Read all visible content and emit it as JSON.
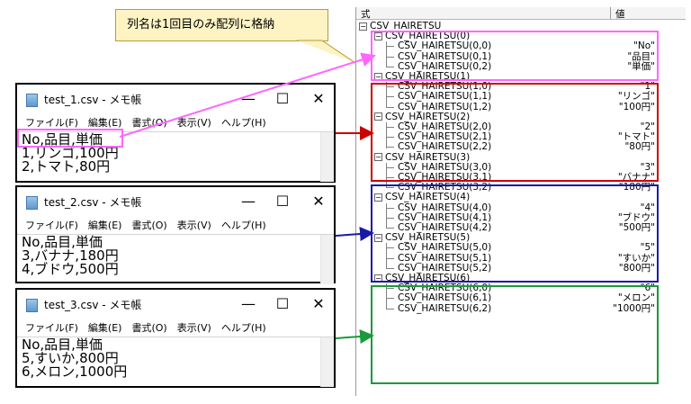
{
  "callout": {
    "text": "列名は1回目のみ配列に格納"
  },
  "notepads": [
    {
      "title": "test_1.csv - メモ帳",
      "lines": [
        "No,品目,単価",
        "1,リンゴ,100円",
        "2,トマト,80円"
      ],
      "border": "#cc0000"
    },
    {
      "title": "test_2.csv - メモ帳",
      "lines": [
        "No,品目,単価",
        "3,バナナ,180円",
        "4,ブドウ,500円"
      ],
      "border": "#1a1aa8"
    },
    {
      "title": "test_3.csv - メモ帳",
      "lines": [
        "No,品目,単価",
        "5,すいか,800円",
        "6,メロン,1000円"
      ],
      "border": "#1a9a3a"
    }
  ],
  "menu": [
    "ファイル(F)",
    "編集(E)",
    "書式(O)",
    "表示(V)",
    "ヘルプ(H)"
  ],
  "window_buttons": {
    "minimize": "—",
    "maximize": "☐",
    "close": "✕"
  },
  "watch": {
    "col_expr": "式",
    "col_value": "値",
    "root": "CSV_HAIRETSU",
    "groups": [
      {
        "name": "CSV_HAIRETSU(0)",
        "items": [
          [
            "CSV_HAIRETSU(0,0)",
            "\"No\""
          ],
          [
            "CSV_HAIRETSU(0,1)",
            "\"品目\""
          ],
          [
            "CSV_HAIRETSU(0,2)",
            "\"単価\""
          ]
        ]
      },
      {
        "name": "CSV_HAIRETSU(1)",
        "items": [
          [
            "CSV_HAIRETSU(1,0)",
            "\"1\""
          ],
          [
            "CSV_HAIRETSU(1,1)",
            "\"リンゴ\""
          ],
          [
            "CSV_HAIRETSU(1,2)",
            "\"100円\""
          ]
        ]
      },
      {
        "name": "CSV_HAIRETSU(2)",
        "items": [
          [
            "CSV_HAIRETSU(2,0)",
            "\"2\""
          ],
          [
            "CSV_HAIRETSU(2,1)",
            "\"トマト\""
          ],
          [
            "CSV_HAIRETSU(2,2)",
            "\"80円\""
          ]
        ]
      },
      {
        "name": "CSV_HAIRETSU(3)",
        "items": [
          [
            "CSV_HAIRETSU(3,0)",
            "\"3\""
          ],
          [
            "CSV_HAIRETSU(3,1)",
            "\"バナナ\""
          ],
          [
            "CSV_HAIRETSU(3,2)",
            "\"180円\""
          ]
        ]
      },
      {
        "name": "CSV_HAIRETSU(4)",
        "items": [
          [
            "CSV_HAIRETSU(4,0)",
            "\"4\""
          ],
          [
            "CSV_HAIRETSU(4,1)",
            "\"ブドウ\""
          ],
          [
            "CSV_HAIRETSU(4,2)",
            "\"500円\""
          ]
        ]
      },
      {
        "name": "CSV_HAIRETSU(5)",
        "items": [
          [
            "CSV_HAIRETSU(5,0)",
            "\"5\""
          ],
          [
            "CSV_HAIRETSU(5,1)",
            "\"すいか\""
          ],
          [
            "CSV_HAIRETSU(5,2)",
            "\"800円\""
          ]
        ]
      },
      {
        "name": "CSV_HAIRETSU(6)",
        "items": [
          [
            "CSV_HAIRETSU(6,0)",
            "\"6\""
          ],
          [
            "CSV_HAIRETSU(6,1)",
            "\"メロン\""
          ],
          [
            "CSV_HAIRETSU(6,2)",
            "\"1000円\""
          ]
        ]
      }
    ]
  },
  "colors": {
    "pink": "#ff66ff",
    "red": "#cc0000",
    "blue": "#1a1aa8",
    "green": "#1a9a3a",
    "callout_bg": "#fdf3c3"
  }
}
